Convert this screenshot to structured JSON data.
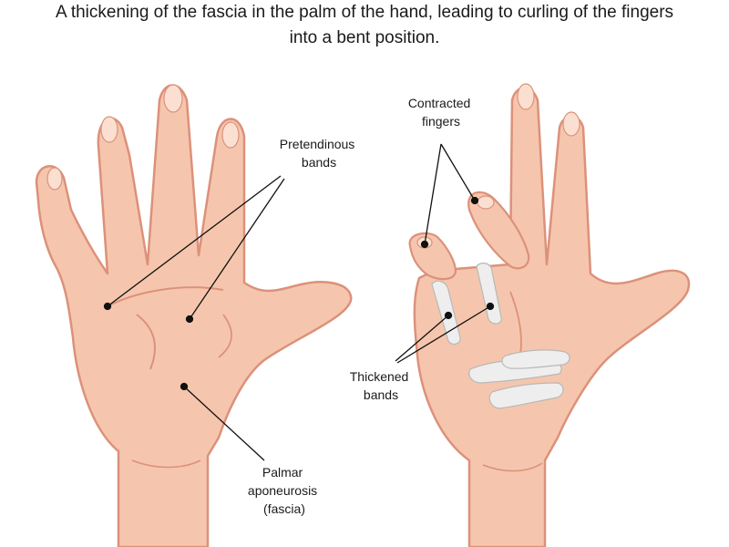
{
  "caption": {
    "line1": "A thickening of the fascia in the palm of the hand, leading to curling of the fingers",
    "line2": "into a bent position."
  },
  "labels": {
    "pretendinous": [
      "Pretendinous",
      "bands"
    ],
    "palmar": [
      "Palmar",
      "aponeurosis",
      "(fascia)"
    ],
    "contracted": [
      "Contracted",
      "fingers"
    ],
    "thickened": [
      "Thickened",
      "bands"
    ]
  },
  "colors": {
    "skin": "#f5c6ad",
    "skin_outline": "#dc917a",
    "skin_shade": "#eaa98f",
    "nail": "#fbe0d2",
    "band": "#eeeeee",
    "leader": "#111111"
  }
}
